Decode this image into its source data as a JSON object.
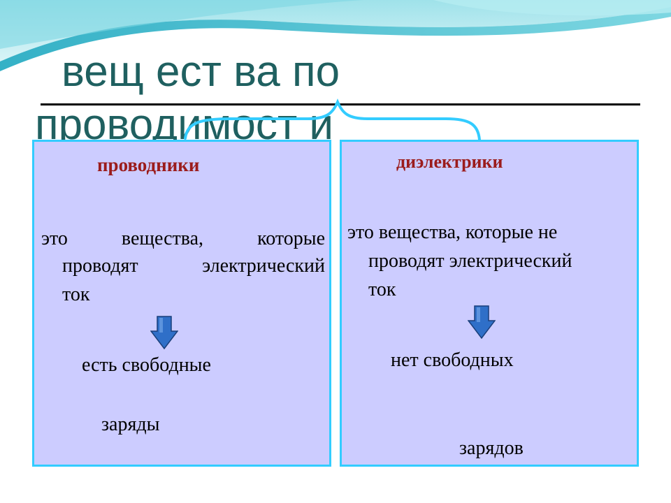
{
  "title": {
    "line1": "вещ ест ва по",
    "line2": "проводимост и"
  },
  "colors": {
    "title": "#1f6060",
    "panel_fill": "#ccccff",
    "panel_border": "#33ccff",
    "heading": "#9b1c1c",
    "arrow": "#2f6fc8",
    "wave": "#2bb4c8"
  },
  "conductors": {
    "heading": "проводники",
    "definition": [
      "это вещества, которые",
      "проводят электрический",
      "ток"
    ],
    "result": [
      "есть свободные",
      "заряды"
    ]
  },
  "dielectrics": {
    "heading": "диэлектрики",
    "definition": [
      "это вещества, которые не",
      "проводят электрический",
      "ток"
    ],
    "result": [
      "нет свободных",
      "зарядов"
    ]
  },
  "icons": {
    "arrow": "down-arrow-icon",
    "brace": "curly-brace-icon"
  }
}
